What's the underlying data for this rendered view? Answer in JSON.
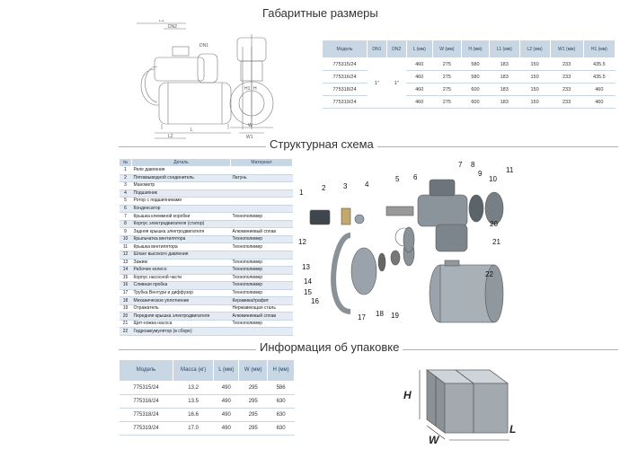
{
  "titles": {
    "dimensions": "Габаритные размеры",
    "structure": "Структурная схема",
    "packaging": "Информация об упаковке"
  },
  "dimensions_table": {
    "headers": [
      "Модель",
      "DN1",
      "DN2",
      "L (мм)",
      "W (мм)",
      "H (мм)",
      "L1 (мм)",
      "L2 (мм)",
      "W1 (мм)",
      "H1 (мм)"
    ],
    "dn1": "1\"",
    "dn2": "1\"",
    "rows": [
      [
        "775315/24",
        "460",
        "275",
        "580",
        "183",
        "150",
        "233",
        "435.5"
      ],
      [
        "775316/24",
        "460",
        "275",
        "580",
        "183",
        "150",
        "233",
        "435.5"
      ],
      [
        "775318/24",
        "460",
        "275",
        "600",
        "183",
        "150",
        "233",
        "460"
      ],
      [
        "775319/24",
        "460",
        "275",
        "600",
        "183",
        "150",
        "233",
        "460"
      ]
    ]
  },
  "drawing_labels": {
    "l1": "L1",
    "dn2": "DN2",
    "dn1": "DN1",
    "l": "L",
    "l2": "L2",
    "w": "W",
    "w1": "W1",
    "h": "H",
    "h1": "H1"
  },
  "structure_table": {
    "headers": [
      "№",
      "Деталь",
      "Материал"
    ],
    "rows": [
      [
        "1",
        "Реле давления",
        ""
      ],
      [
        "2",
        "Пятиквыводной соединитель",
        "Латунь"
      ],
      [
        "3",
        "Манометр",
        ""
      ],
      [
        "4",
        "Подшипник",
        ""
      ],
      [
        "5",
        "Ротор с подшипниками",
        ""
      ],
      [
        "6",
        "Конденсатор",
        ""
      ],
      [
        "7",
        "Крышка клеммной коробки",
        "Технополимер"
      ],
      [
        "8",
        "Корпус электродвигателя (статор)",
        ""
      ],
      [
        "9",
        "Задняя крышка электродвигателя",
        "Алюминиевый сплав"
      ],
      [
        "10",
        "Крыльчатка вентилятора",
        "Технополимер"
      ],
      [
        "11",
        "Крышка вентилятора",
        "Технополимер"
      ],
      [
        "12",
        "Шланг высокого давления",
        ""
      ],
      [
        "13",
        "Зажим",
        "Технополимер"
      ],
      [
        "14",
        "Рабочее колесо",
        "Технополимер"
      ],
      [
        "15",
        "Корпус насосной части",
        "Технополимер"
      ],
      [
        "16",
        "Сливная пробка",
        "Технополимер"
      ],
      [
        "17",
        "Трубка Вентури и диффузор",
        "Технополимер"
      ],
      [
        "18",
        "Механическое уплотнение",
        "Керамика/графит"
      ],
      [
        "19",
        "Отражатель",
        "Нержавеющая сталь"
      ],
      [
        "20",
        "Передняя крышка электродвигателя",
        "Алюминиевый сплав"
      ],
      [
        "21",
        "Щит-ножка насоса",
        "Технополимер"
      ],
      [
        "22",
        "Гидроаккумулятор (в сборе)",
        ""
      ]
    ]
  },
  "callouts": [
    "1",
    "2",
    "3",
    "4",
    "5",
    "6",
    "7",
    "8",
    "9",
    "10",
    "11",
    "12",
    "13",
    "14",
    "15",
    "16",
    "17",
    "18",
    "19",
    "20",
    "21",
    "22"
  ],
  "packaging_table": {
    "headers": [
      "Модель",
      "Масса (кг)",
      "L (мм)",
      "W (мм)",
      "H (мм)"
    ],
    "rows": [
      [
        "775315/24",
        "13.2",
        "490",
        "295",
        "586"
      ],
      [
        "775316/24",
        "13.5",
        "490",
        "295",
        "630"
      ],
      [
        "775318/24",
        "16.6",
        "490",
        "295",
        "630"
      ],
      [
        "775319/24",
        "17.0",
        "490",
        "295",
        "630"
      ]
    ]
  },
  "box_labels": {
    "h": "H",
    "w": "W",
    "l": "L"
  },
  "colors": {
    "header_bg": "#c9d6e4",
    "header_text": "#2a4a6a",
    "row_alt": "#e4ebf2",
    "rule": "#aab4c0"
  }
}
